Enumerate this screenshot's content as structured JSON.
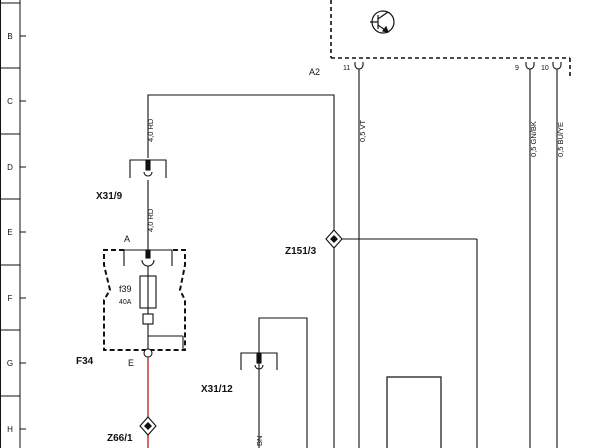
{
  "colors": {
    "line": "#111111",
    "red_wire": "#c0282b",
    "background": "#ffffff"
  },
  "rows": [
    "B",
    "C",
    "D",
    "E",
    "F",
    "G",
    "H"
  ],
  "labels": {
    "a2": "A2",
    "pin11": "11",
    "pin9": "9",
    "pin10": "10",
    "wire_40rd_1": "4,0 RD",
    "wire_40rd_2": "4,0 RD",
    "wire_05vt": "0,5 VT",
    "wire_05gnbk": "0,5 GN/BK",
    "wire_05buye": "0,5 BU/YE",
    "x31_9": "X31/9",
    "x31_12": "X31/12",
    "z151_3": "Z151/3",
    "z66_1": "Z66/1",
    "f34": "F34",
    "fuse_a": "A",
    "fuse_e": "E",
    "fuse_name": "f39",
    "fuse_rating": "40A",
    "wire_bn": "BN"
  },
  "icons": {
    "transistor": "transistor-symbol-icon",
    "connector": "connector-plug-icon",
    "splice": "splice-node-icon",
    "fuse": "fuse-icon"
  }
}
